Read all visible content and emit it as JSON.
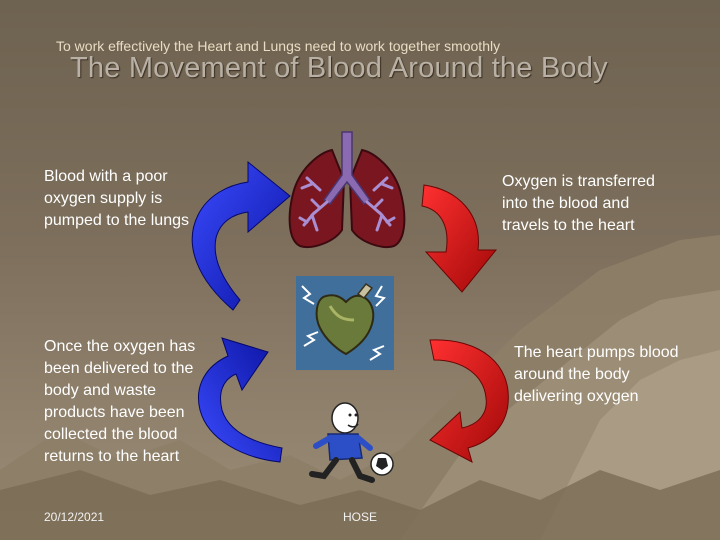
{
  "slide": {
    "subtitle": "To work effectively the Heart and Lungs need to work together smoothly",
    "title": "The Movement of Blood Around the Body",
    "captions": {
      "top_left": "Blood with a poor oxygen supply is pumped to the lungs",
      "top_right": "Oxygen is transferred into the blood and travels to the heart",
      "bottom_left": "Once the oxygen has been delivered to the body and waste products have been collected the blood returns to the heart",
      "bottom_right": "The heart pumps blood around the body delivering oxygen"
    },
    "footer": {
      "date": "20/12/2021",
      "center": "HOSE"
    }
  },
  "graphics": {
    "lungs": "lungs-icon",
    "heart": "heart-icon",
    "runner": "soccer-player-icon",
    "arrows": [
      "blue-arrow-icon",
      "red-arrow-icon",
      "blue-arrow-icon",
      "red-arrow-icon"
    ]
  },
  "colors": {
    "deoxygenated": "#1a2be0",
    "oxygenated": "#e01515",
    "lung": "#7a1620",
    "trachea": "#8a6ab0"
  }
}
